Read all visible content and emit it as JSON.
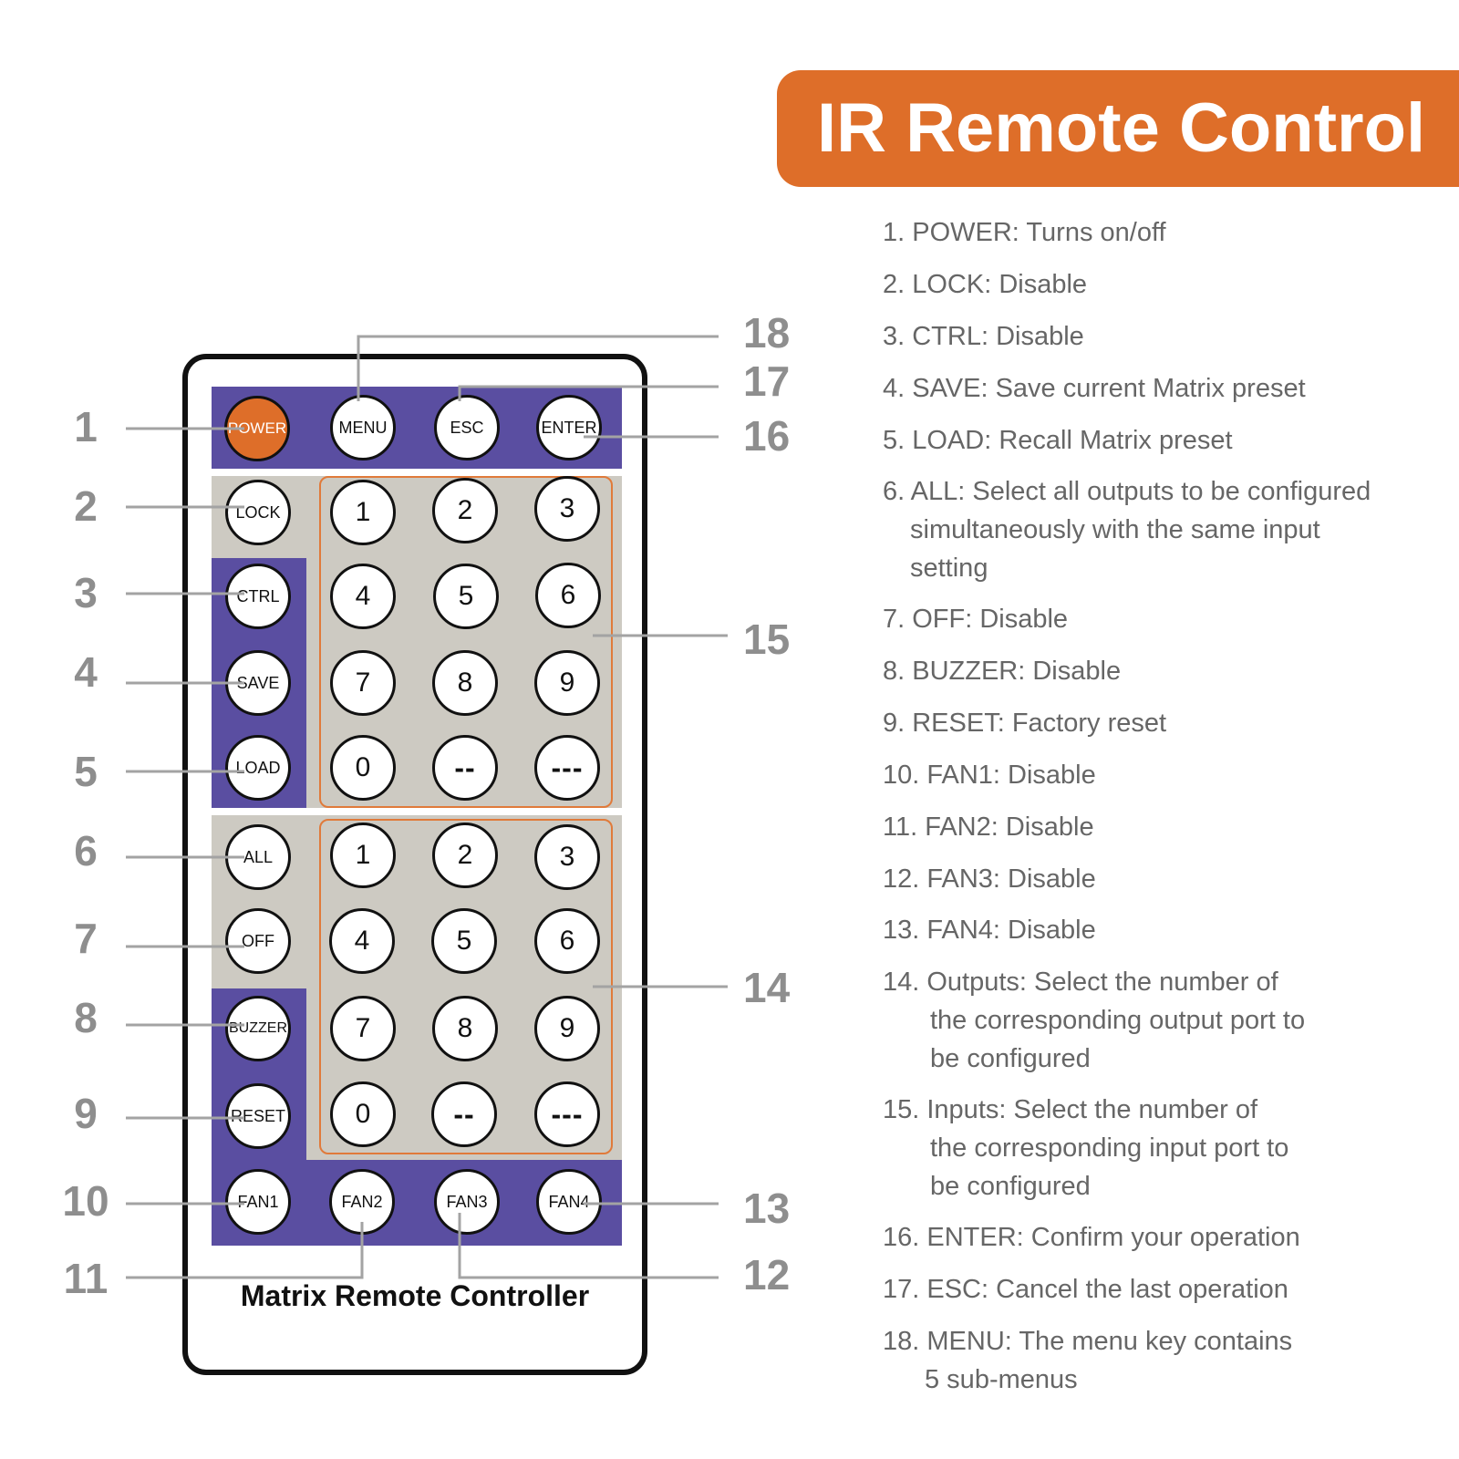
{
  "title": "IR Remote Control",
  "remote": {
    "label": "Matrix Remote Controller",
    "top_row": [
      "POWER",
      "MENU",
      "ESC",
      "ENTER"
    ],
    "side_keys": [
      "LOCK",
      "CTRL",
      "SAVE",
      "LOAD",
      "ALL",
      "OFF",
      "BUZZER",
      "RESET"
    ],
    "input_keypad": [
      "1",
      "2",
      "3",
      "4",
      "5",
      "6",
      "7",
      "8",
      "9",
      "0",
      "--",
      "---"
    ],
    "output_keypad": [
      "1",
      "2",
      "3",
      "4",
      "5",
      "6",
      "7",
      "8",
      "9",
      "0",
      "--",
      "---"
    ],
    "fan_row": [
      "FAN1",
      "FAN2",
      "FAN3",
      "FAN4"
    ]
  },
  "callouts": [
    "1",
    "2",
    "3",
    "4",
    "5",
    "6",
    "7",
    "8",
    "9",
    "10",
    "11",
    "12",
    "13",
    "14",
    "15",
    "16",
    "17",
    "18"
  ],
  "descriptions": [
    [
      "1. POWER: Turns on/off"
    ],
    [
      "2. LOCK: Disable"
    ],
    [
      "3. CTRL: Disable"
    ],
    [
      "4. SAVE: Save current Matrix preset"
    ],
    [
      "5. LOAD: Recall Matrix preset"
    ],
    [
      "6. ALL: Select all outputs to be configured",
      "simultaneously with the same input",
      "setting"
    ],
    [
      "7. OFF: Disable"
    ],
    [
      "8. BUZZER: Disable"
    ],
    [
      "9. RESET: Factory reset"
    ],
    [
      "10. FAN1: Disable"
    ],
    [
      "11. FAN2: Disable"
    ],
    [
      "12. FAN3: Disable"
    ],
    [
      "13. FAN4: Disable"
    ],
    [
      "14. Outputs: Select the number of",
      "the corresponding output port to",
      "be configured"
    ],
    [
      "15. Inputs: Select the number of",
      "the corresponding input port to",
      "be configured"
    ],
    [
      "16. ENTER: Confirm your operation"
    ],
    [
      "17. ESC: Cancel the last operation"
    ],
    [
      "18. MENU: The menu key contains",
      "5 sub-menus"
    ]
  ],
  "colors": {
    "accent_orange": "#de6e29",
    "panel_purple": "#5a4ea1",
    "panel_grey": "#cdcac2",
    "callout_grey": "#8e8e8e",
    "text_grey": "#666666"
  }
}
